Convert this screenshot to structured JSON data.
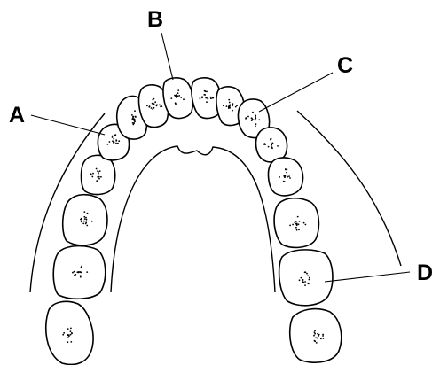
{
  "labels": {
    "a": "A",
    "b": "B",
    "c": "C",
    "d": "D"
  },
  "colors": {
    "stroke": "#000000",
    "background": "#ffffff"
  }
}
